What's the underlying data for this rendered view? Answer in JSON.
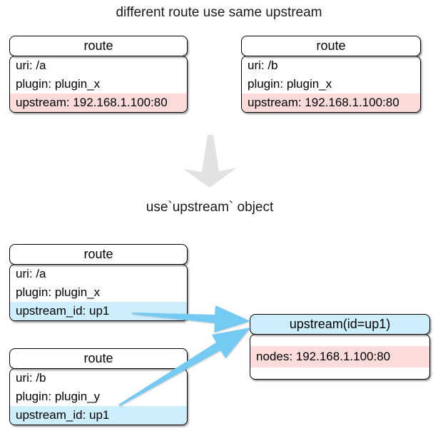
{
  "title": "different route use same upstream",
  "divider": {
    "label": "use`upstream` object",
    "arrow": "down-arrow-icon"
  },
  "colors": {
    "background": "#ffffff",
    "border": "#000000",
    "highlight-pink": "#fbdcdb",
    "highlight-blue": "#cdeefd",
    "arrow-blue": "#74caf2",
    "arrow-gray": "#e2e2e2"
  },
  "before": {
    "routes": [
      {
        "header": "route",
        "rows": [
          {
            "text": "uri: /a",
            "highlight": "none"
          },
          {
            "text": "plugin: plugin_x",
            "highlight": "none"
          },
          {
            "text": "upstream: 192.168.1.100:80",
            "highlight": "pink"
          }
        ]
      },
      {
        "header": "route",
        "rows": [
          {
            "text": "uri: /b",
            "highlight": "none"
          },
          {
            "text": "plugin: plugin_x",
            "highlight": "none"
          },
          {
            "text": "upstream: 192.168.1.100:80",
            "highlight": "pink"
          }
        ]
      }
    ]
  },
  "after": {
    "routes": [
      {
        "header": "route",
        "rows": [
          {
            "text": "uri: /a",
            "highlight": "none"
          },
          {
            "text": "plugin: plugin_x",
            "highlight": "none"
          },
          {
            "text": "upstream_id: up1",
            "highlight": "blue"
          }
        ]
      },
      {
        "header": "route",
        "rows": [
          {
            "text": "uri: /b",
            "highlight": "none"
          },
          {
            "text": "plugin: plugin_y",
            "highlight": "none"
          },
          {
            "text": "upstream_id: up1",
            "highlight": "blue"
          }
        ]
      }
    ],
    "upstream": {
      "header": "upstream(id=up1)",
      "rows": [
        {
          "text": "nodes: 192.168.1.100:80",
          "highlight": "pink"
        }
      ]
    }
  }
}
